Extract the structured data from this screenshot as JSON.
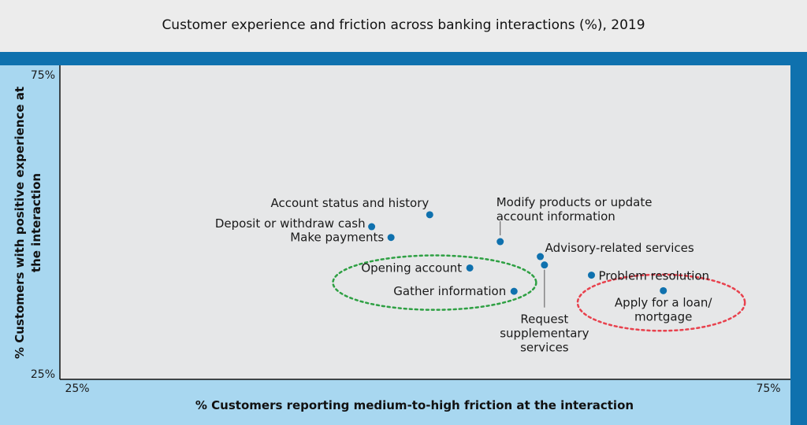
{
  "chart_data": {
    "type": "scatter",
    "title": "Customer experience and friction across banking interactions (%), 2019",
    "xlabel": "% Customers reporting medium-to-high friction at the interaction",
    "ylabel_lines": [
      "% Customers with positive experience at",
      "the interaction"
    ],
    "xlim": [
      25,
      75
    ],
    "ylim": [
      25,
      75
    ],
    "x_tick_labels": [
      "25%",
      "75%"
    ],
    "y_tick_labels": [
      "25%",
      "75%"
    ],
    "grid": false,
    "point_color": "#0f71ae",
    "points": [
      {
        "label": [
          "Account status and history"
        ],
        "x": 50.5,
        "y": 51.6
      },
      {
        "label": [
          "Deposit or withdraw cash"
        ],
        "x": 46.3,
        "y": 49.6
      },
      {
        "label": [
          "Make payments"
        ],
        "x": 47.7,
        "y": 47.8
      },
      {
        "label": [
          "Modify products or update",
          "account information"
        ],
        "x": 55.6,
        "y": 47.1
      },
      {
        "label": [
          "Opening account"
        ],
        "x": 53.4,
        "y": 42.7
      },
      {
        "label": [
          "Advisory-related services"
        ],
        "x": 58.5,
        "y": 44.6
      },
      {
        "label": [
          "Request",
          "supplementary",
          "services"
        ],
        "x": 58.8,
        "y": 43.2
      },
      {
        "label": [
          "Gather information"
        ],
        "x": 56.6,
        "y": 38.8
      },
      {
        "label": [
          "Problem resolution"
        ],
        "x": 62.2,
        "y": 41.5
      },
      {
        "label": [
          "Apply for a loan/",
          "mortgage"
        ],
        "x": 67.4,
        "y": 38.9
      }
    ],
    "groups": [
      {
        "color": "#2ea043",
        "x_range": [
          43.5,
          58.2
        ],
        "y_range": [
          35.7,
          44.8
        ]
      },
      {
        "color": "#e8414d",
        "x_range": [
          61.2,
          73.3
        ],
        "y_range": [
          32.2,
          41.6
        ]
      }
    ]
  }
}
